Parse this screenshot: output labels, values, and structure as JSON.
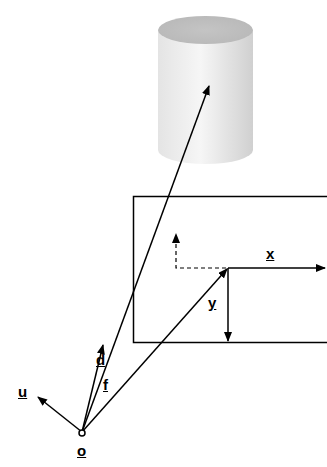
{
  "diagram": {
    "labels": [
      "x",
      "y",
      "d",
      "u",
      "f",
      "o"
    ]
  }
}
